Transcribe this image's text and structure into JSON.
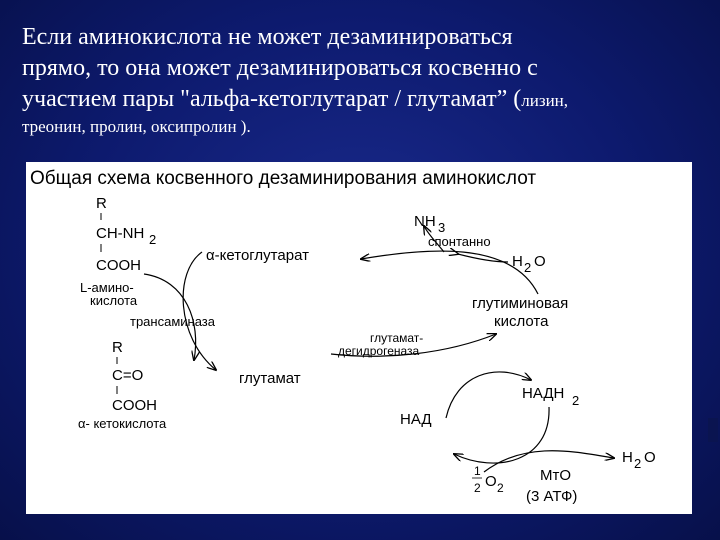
{
  "slide": {
    "line1": "Если аминокислота не может дезаминироваться",
    "line2": "прямо, то она может дезаминироваться косвенно с",
    "line3_main": "участием пары \"альфа-кетоглутарат / глутамат” (",
    "line3_small": "лизин,",
    "line4": "треонин, пролин, оксипролин )."
  },
  "diagram": {
    "title": "Общая схема косвенного дезаминирования аминокислот",
    "aa_r": "R",
    "aa_ch": "CH-NH",
    "aa_ch_sub": "2",
    "aa_cooh": "COOH",
    "aa_label1": "L-амино-",
    "aa_label2": "кислота",
    "keto_r": "R",
    "keto_c": "C=O",
    "keto_cooh": "COOH",
    "keto_label": "α- кетокислота",
    "transaminase": "трансаминаза",
    "akg": "α-кетоглутарат",
    "glutamate": "глутамат",
    "nh3": "NH",
    "nh3_sub": "3",
    "spontaneous": "спонтанно",
    "h2o_top": "H",
    "h2o_top_sub": "2",
    "h2o_top_o": "O",
    "glutimine1": "глутиминовая",
    "glutimine2": "кислота",
    "dehydro1": "глутамат-",
    "dehydro2": "дегидрогеназа",
    "nadh": "НАДН",
    "nadh_sub": "2",
    "nad": "НАД",
    "h2o_bot": "H",
    "h2o_bot_sub": "2",
    "h2o_bot_o": "O",
    "half_num": "1",
    "half_den": "2",
    "o2": "O",
    "o2_sub": "2",
    "mto": "MтO",
    "atp": "(3 АТФ)"
  },
  "colors": {
    "background": "#0d1a6e",
    "text": "#ffffff",
    "diagram_bg": "#ffffff"
  }
}
